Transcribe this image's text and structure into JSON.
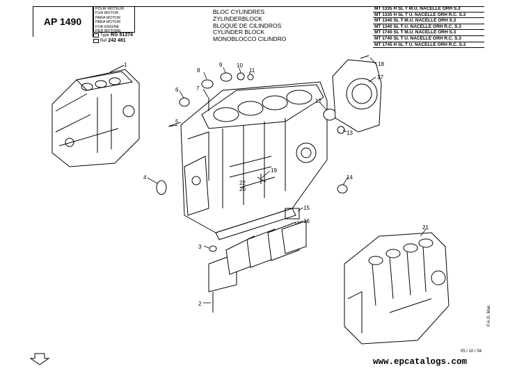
{
  "page": {
    "code": "AP 1490",
    "applicability": [
      "POUR MOTEUR",
      "FUR MOTOR",
      "PARA MOTOR",
      "PARA MOTOR",
      "FOR ENGINE",
      "PER MOTORE"
    ],
    "type_label": "Type",
    "type_value": "RG 81374",
    "ref_label": "Ref",
    "ref_value": "242 481",
    "titles": [
      "BLOC CYLINDRES",
      "ZYLINDERBLOCK",
      "BLOQUE DE CILINDROS",
      "CYLINDER  BLOCK",
      "MONOBLOCCO CILINDRO"
    ],
    "models": [
      "MT 1335 H SL T M.U.  NACELLE ORH S.2",
      "MT 1335 H SL T U.  NACELLE ORH R.C. S.2",
      "MT 1340 SL T M.U.  NACELLE ORH S.3",
      "MT 1340 SL T U.  NACELLE ORH R.C. S.3",
      "MT 1740 SL T M.U.  NACELLE ORH S.3",
      "MT 1740 SL T U.  NACELLE ORH R.C. S.3",
      "MT 1745 H SL T U.  NACELLE ORH R.C. S.2"
    ],
    "date": "05 / 10 / 04",
    "side_note": "P.A.O. Man",
    "watermark": "www.epcatalogs.com"
  },
  "parts": [
    "1",
    "2",
    "3",
    "4",
    "5",
    "6",
    "7",
    "8",
    "9",
    "10",
    "11",
    "12",
    "13",
    "14",
    "15",
    "16",
    "17",
    "18",
    "19",
    "20",
    "21",
    "22"
  ]
}
